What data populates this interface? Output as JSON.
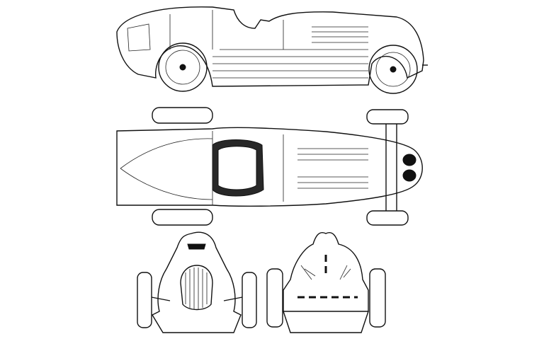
{
  "drawing": {
    "views": [
      "side",
      "top",
      "front",
      "rear"
    ],
    "colors": {
      "background": "#ffffff",
      "line": "#111111"
    }
  }
}
